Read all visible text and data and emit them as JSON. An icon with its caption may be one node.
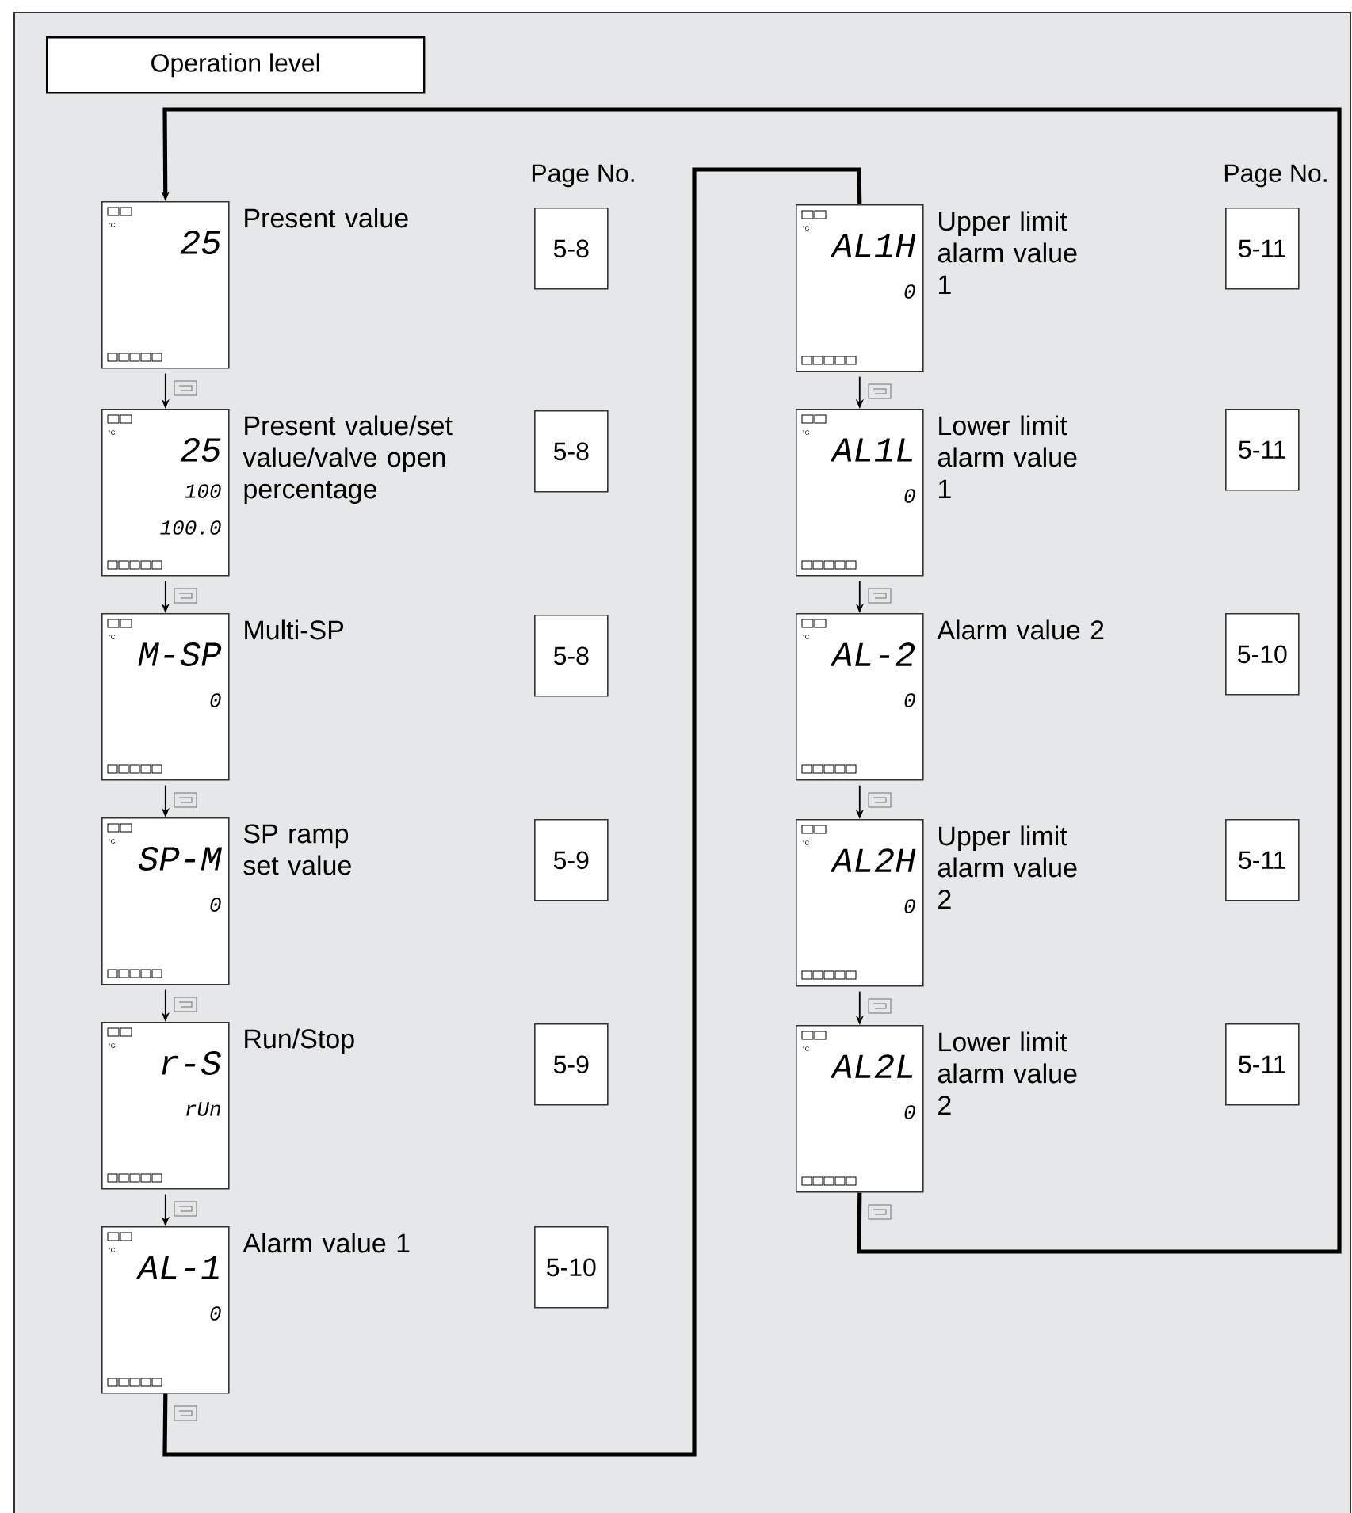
{
  "diagram": {
    "nodes": [
      {
        "text": [
          "Operation level"
        ]
      },
      {
        "text": [
          "°C",
          "25"
        ],
        "beside": [
          "Present value"
        ]
      },
      {
        "text": [
          "5-8"
        ]
      },
      {
        "text": [
          "°C",
          "25",
          "100",
          "100.0"
        ],
        "beside": [
          "Present value/set value/valve open percentage"
        ]
      },
      {
        "text": [
          "5-8"
        ]
      },
      {
        "text": [
          "°C",
          "M-SP",
          "0"
        ],
        "beside": [
          "Multi-SP"
        ]
      },
      {
        "text": [
          "5-8"
        ]
      },
      {
        "text": [
          "°C",
          "SP-M",
          "0"
        ],
        "beside": [
          "SP ramp set value"
        ]
      },
      {
        "text": [
          "5-9"
        ]
      },
      {
        "text": [
          "°C",
          "r-S",
          "rUn"
        ],
        "beside": [
          "Run/Stop"
        ]
      },
      {
        "text": [
          "5-9"
        ]
      },
      {
        "text": [
          "°C",
          "AL-1",
          "0"
        ],
        "beside": [
          "Alarm value 1"
        ]
      },
      {
        "text": [
          "5-10"
        ]
      },
      {
        "text": [
          "°C",
          "AL1H",
          "0"
        ],
        "beside": [
          "Upper limit alarm value 1"
        ]
      },
      {
        "text": [
          "5-11"
        ]
      },
      {
        "text": [
          "°C",
          "AL1L",
          "0"
        ],
        "beside": [
          "Lower limit alarm value 1"
        ]
      },
      {
        "text": [
          "5-11"
        ]
      },
      {
        "text": [
          "°C",
          "AL-2",
          "0"
        ],
        "beside": [
          "Alarm value 2"
        ]
      },
      {
        "text": [
          "5-10"
        ]
      },
      {
        "text": [
          "°C",
          "AL2H",
          "0"
        ],
        "beside": [
          "Upper limit alarm value 2"
        ]
      },
      {
        "text": [
          "5-11"
        ]
      },
      {
        "text": [
          "°C",
          "AL2L",
          "0"
        ],
        "beside": [
          "Lower limit alarm value 2"
        ]
      },
      {
        "text": [
          "5-11"
        ]
      }
    ],
    "edges": [
      {
        "from": 1,
        "to": 3,
        "arrow": "to"
      },
      {
        "from": 3,
        "to": 5,
        "arrow": "to"
      },
      {
        "from": 5,
        "to": 7,
        "arrow": "to"
      },
      {
        "from": 7,
        "to": 9,
        "arrow": "to"
      },
      {
        "from": 9,
        "to": 11,
        "arrow": "to"
      },
      {
        "from": 11,
        "to": 13,
        "arrow": "none",
        "style": "thick"
      },
      {
        "from": 13,
        "to": 15,
        "arrow": "to"
      },
      {
        "from": 15,
        "to": 17,
        "arrow": "to"
      },
      {
        "from": 17,
        "to": 19,
        "arrow": "to"
      },
      {
        "from": 19,
        "to": 21,
        "arrow": "to"
      },
      {
        "from": 21,
        "to": 1,
        "arrow": "to",
        "style": "thick"
      }
    ],
    "labels": [
      "Page No.",
      "Page No."
    ]
  }
}
